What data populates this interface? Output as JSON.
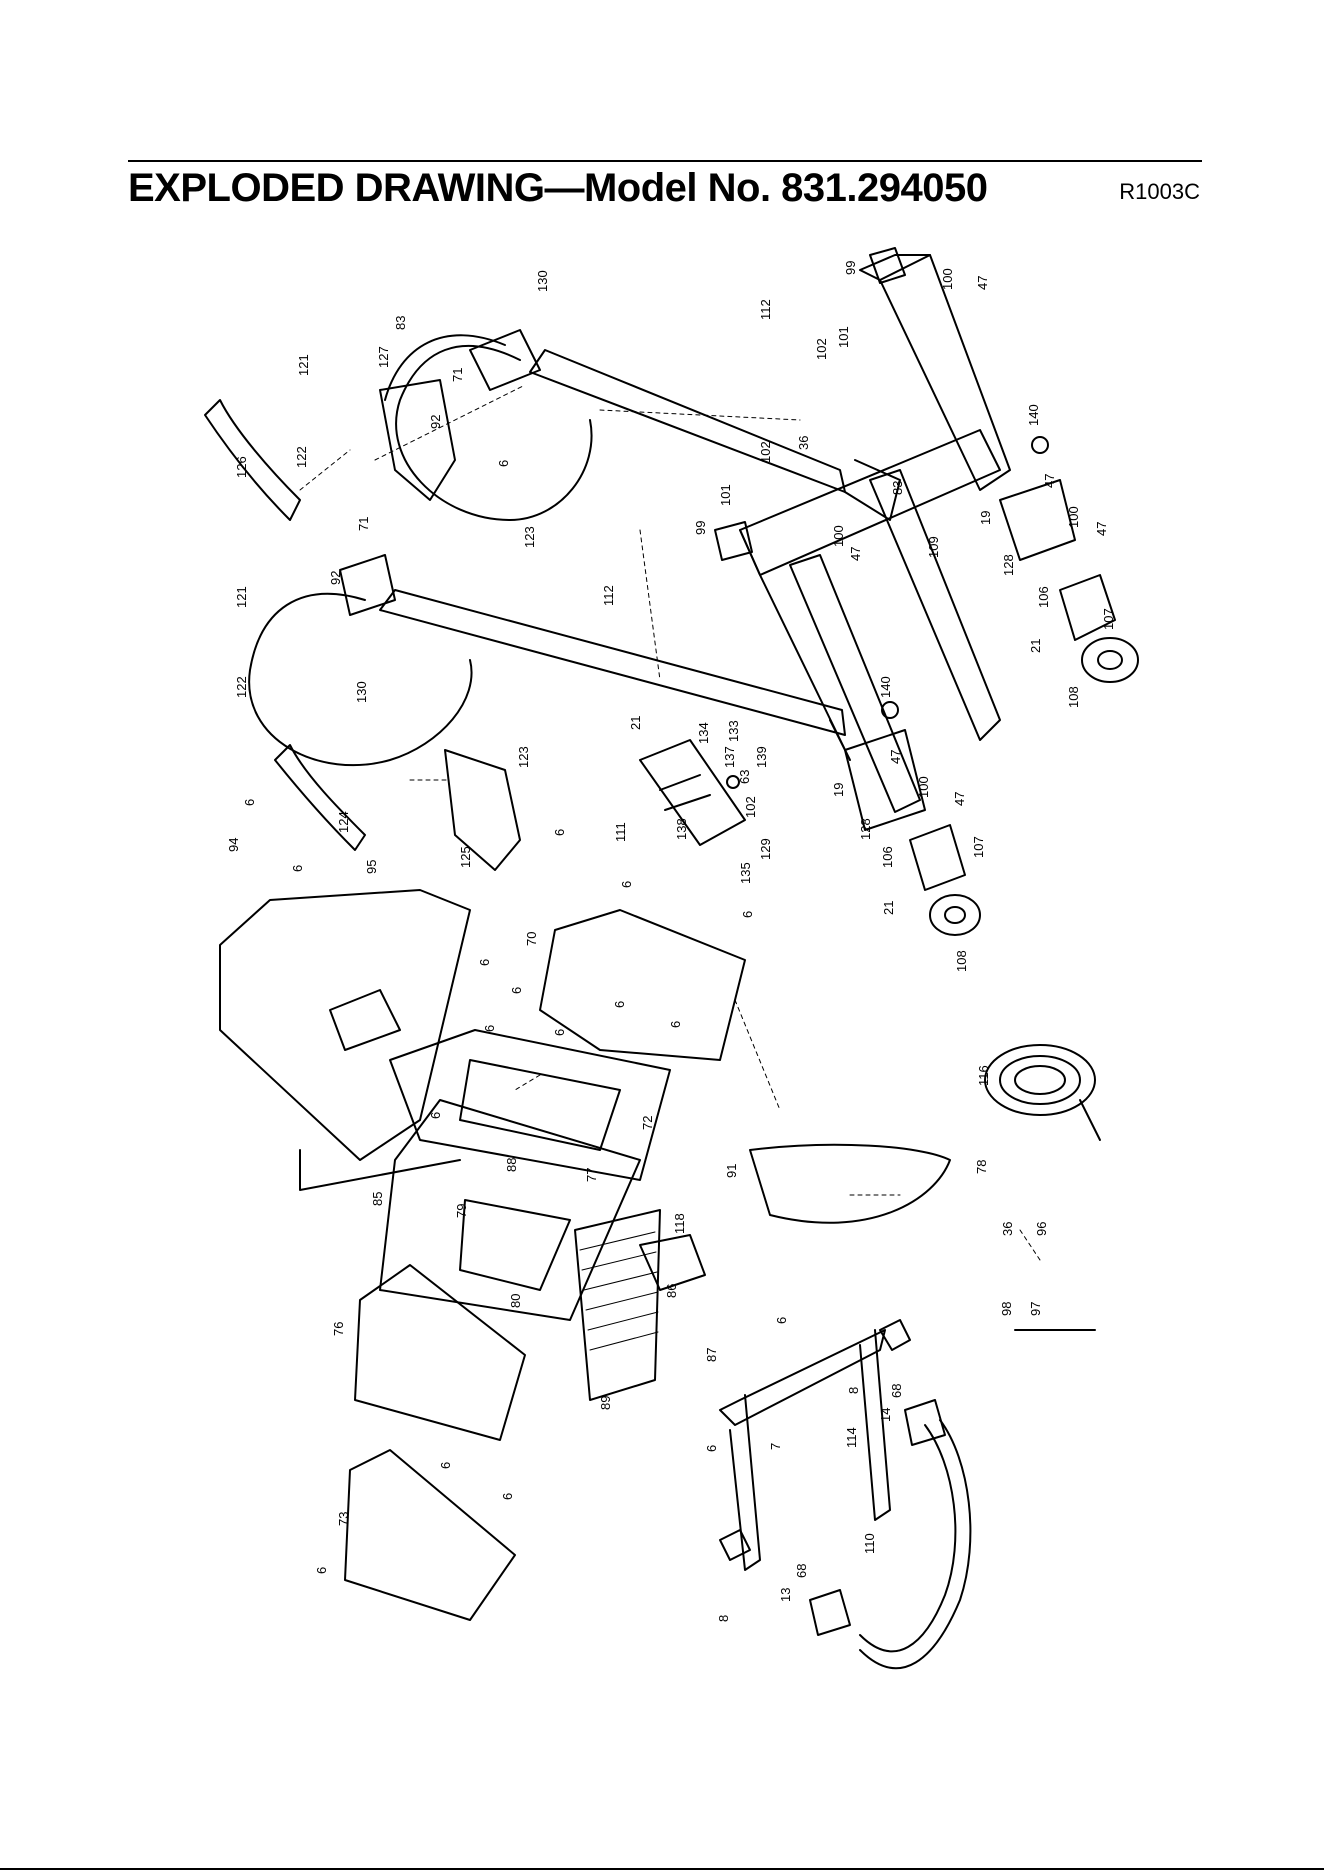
{
  "header": {
    "title": "EXPLODED DRAWING—Model No. 831.294050",
    "ref_code": "R1003C"
  },
  "callouts": {
    "c6": "6",
    "c7": "7",
    "c8": "8",
    "c13": "13",
    "c14": "14",
    "c19": "19",
    "c21": "21",
    "c36": "36",
    "c47": "47",
    "c63": "63",
    "c68": "68",
    "c70": "70",
    "c71": "71",
    "c72": "72",
    "c73": "73",
    "c76": "76",
    "c77": "77",
    "c78": "78",
    "c79": "79",
    "c80": "80",
    "c83": "83",
    "c85": "85",
    "c86": "86",
    "c87": "87",
    "c88": "88",
    "c89": "89",
    "c91": "91",
    "c92": "92",
    "c94": "94",
    "c95": "95",
    "c96": "96",
    "c97": "97",
    "c98": "98",
    "c99": "99",
    "c100": "100",
    "c101": "101",
    "c102": "102",
    "c106": "106",
    "c107": "107",
    "c108": "108",
    "c109": "109",
    "c110": "110",
    "c111": "111",
    "c112": "112",
    "c114": "114",
    "c116": "116",
    "c118": "118",
    "c121": "121",
    "c122": "122",
    "c123": "123",
    "c124": "124",
    "c125": "125",
    "c126": "126",
    "c127": "127",
    "c128": "128",
    "c129": "129",
    "c130": "130",
    "c133": "133",
    "c134": "134",
    "c135": "135",
    "c137": "137",
    "c138": "138",
    "c139": "139",
    "c140": "140"
  }
}
